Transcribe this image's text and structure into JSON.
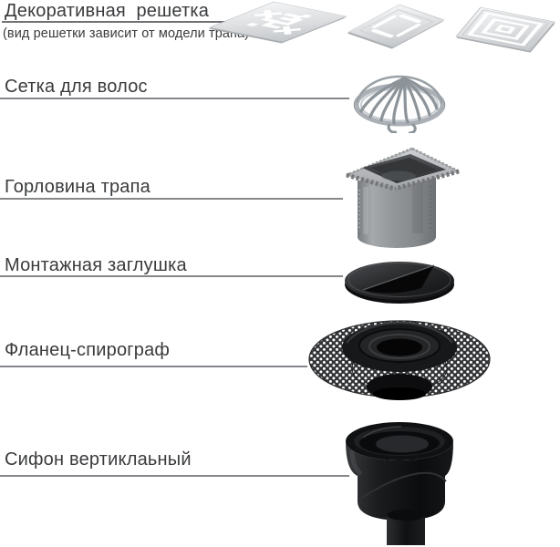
{
  "colors": {
    "text": "#3a3b3d",
    "divider": "#85878a",
    "background": "#ffffff",
    "metal_light": "#eef0f2",
    "metal_dark": "#c3c6c9",
    "plastic_gray": "#8f9295",
    "plastic_black": "#121315"
  },
  "parts": [
    {
      "label": "Декоративная  решетка",
      "note": "(вид решетки зависит от модели трапа)"
    },
    {
      "label": "Сетка для волос"
    },
    {
      "label": "Горловина трапа"
    },
    {
      "label": "Монтажная заглушка"
    },
    {
      "label": "Фланец-спирограф"
    },
    {
      "label": "Сифон вертиклаьный"
    }
  ],
  "images": {
    "grilles": "decorative-grilles-image",
    "strainer": "hair-strainer-image",
    "neck": "drain-neck-image",
    "plug": "mounting-plug-image",
    "flange": "spirograph-flange-image",
    "siphon": "vertical-siphon-image"
  }
}
